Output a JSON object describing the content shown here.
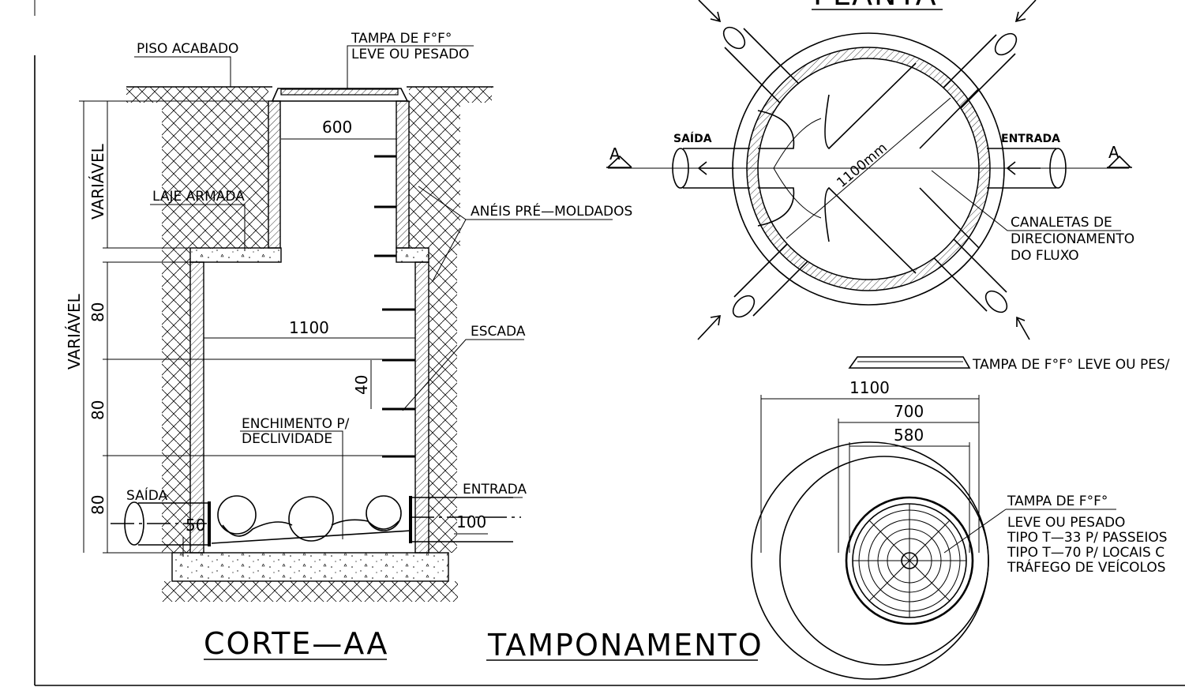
{
  "section": {
    "title": "CORTE—AA",
    "piso_acabado": "PISO ACABADO",
    "tampa_line1": "TAMPA DE F°F°",
    "tampa_line2": "LEVE OU PESADO",
    "laje_armada": "LAJE ARMADA",
    "aneis": "ANÉIS PRÉ—MOLDADOS",
    "escada": "ESCADA",
    "enchimento_line1": "ENCHIMENTO P/",
    "enchimento_line2": "DECLIVIDADE",
    "saida": "SAÍDA",
    "entrada": "ENTRADA",
    "dim_600": "600",
    "dim_1100": "1100",
    "dim_40": "40",
    "dim_50": "50",
    "dim_100": "100",
    "variavel_upper": "VARIÁVEL",
    "variavel_outer": "VARIÁVEL",
    "dim_80_a": "80",
    "dim_80_b": "80",
    "dim_80_c": "80"
  },
  "plan": {
    "title": "PLANTA",
    "saida": "SAÍDA",
    "entrada": "ENTRADA",
    "section_mark_left": "A",
    "section_mark_right": "A",
    "diameter": "1100mm",
    "canaletas_line1": "CANALETAS DE",
    "canaletas_line2": "DIRECIONAMENTO",
    "canaletas_line3": "DO FLUXO"
  },
  "tamponamento": {
    "title": "TAMPONAMENTO",
    "tampa_header": "TAMPA DE F°F° LEVE OU PES/",
    "dim_1100": "1100",
    "dim_700": "700",
    "dim_580": "580",
    "note_line1": "TAMPA DE F°F°",
    "note_line2": "LEVE OU PESADO",
    "note_line3": "TIPO T—33 P/ PASSEIOS",
    "note_line4": "TIPO T—70 P/ LOCAIS C",
    "note_line5": "TRÁFEGO DE VEÍCOLOS"
  }
}
